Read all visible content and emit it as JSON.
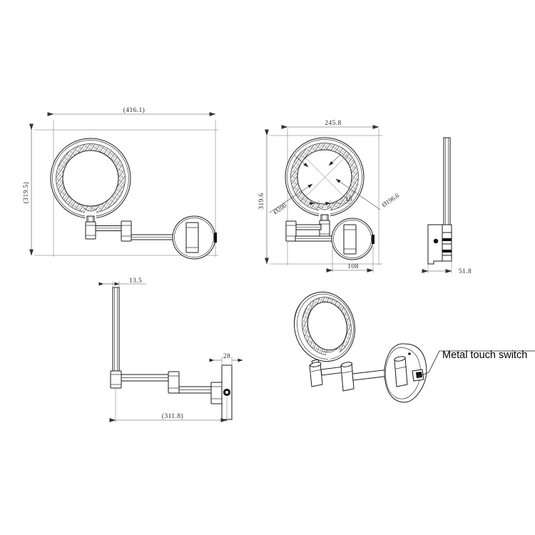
{
  "drawing": {
    "title": "Wall-mounted LED Makeup Mirror - Technical Drawing",
    "line_color": "#1a1a1a",
    "background": "#ffffff"
  },
  "views": {
    "front_left": {
      "name": "front-elevation-extended",
      "dimensions": {
        "overall_width": "(416.1)",
        "overall_height": "(319.5)"
      }
    },
    "front_center": {
      "name": "front-elevation-folded",
      "dimensions": {
        "width": "245.8",
        "height": "319.6",
        "outer_diameter": "Ø200",
        "mirror_diameter": "Ø196.6",
        "neck_width": "15",
        "base_width": "108"
      }
    },
    "side_right": {
      "name": "side-elevation",
      "dimensions": {
        "depth": "51.8"
      }
    },
    "top_bottom_left": {
      "name": "top-plan-view",
      "dimensions": {
        "mirror_thickness": "13.5",
        "plate_thickness": "28",
        "arm_reach": "(311.8)"
      }
    },
    "isometric": {
      "name": "isometric-view",
      "annotation": "Metal touch switch"
    }
  },
  "labels": {
    "w416": "(416.1)",
    "h319_5": "(319.5)",
    "w245_8": "245.8",
    "h319_6": "319.6",
    "d200": "Ø200",
    "d196_6": "Ø196.6",
    "n15": "15",
    "b108": "108",
    "s51_8": "51.8",
    "t13_5": "13.5",
    "p28": "28",
    "r311_8": "(311.8)",
    "touch_switch": "Metal touch switch"
  }
}
